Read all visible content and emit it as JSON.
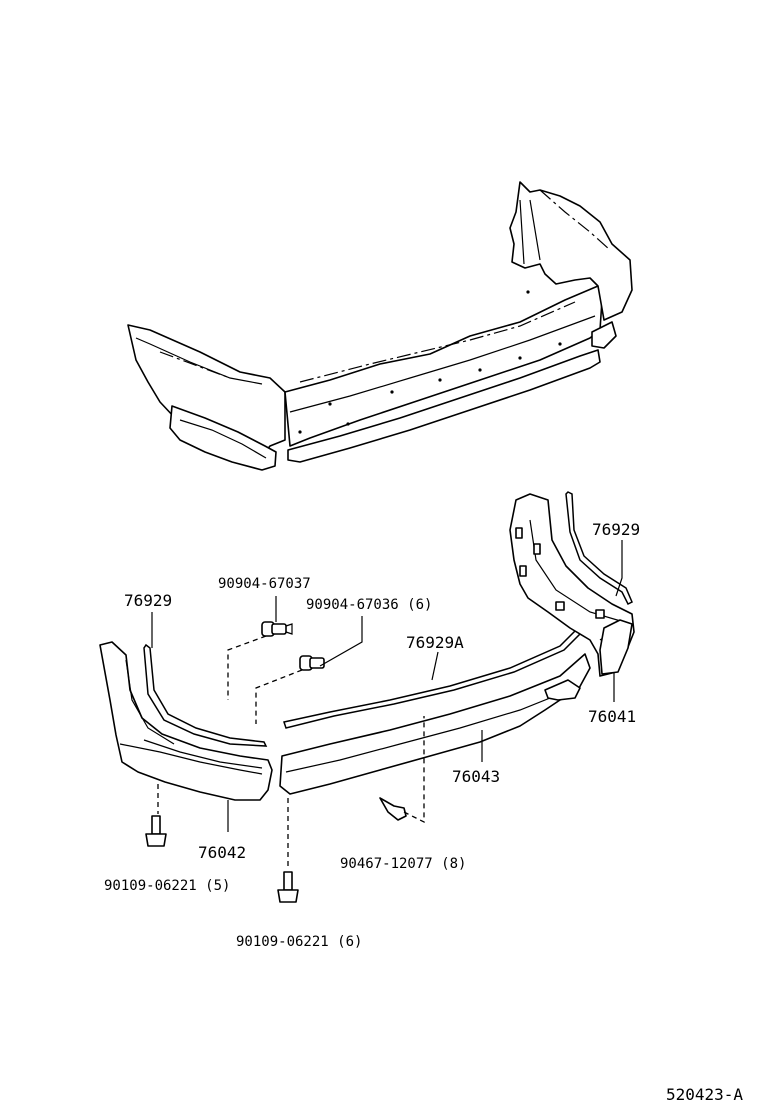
{
  "callouts": {
    "retainer_rh": "76929",
    "retainer_lh": "76929",
    "clip_a": "90904-67037",
    "clip_b": "90904-67036 (6)",
    "retainer_center": "76929A",
    "mudguard_rh": "76041",
    "mudguard_center": "76043",
    "mudguard_lh": "76042",
    "screw_center": "90467-12077 (8)",
    "bolt_lh": "90109-06221 (5)",
    "bolt_center": "90109-06221 (6)"
  },
  "figure_code": "520423-A"
}
